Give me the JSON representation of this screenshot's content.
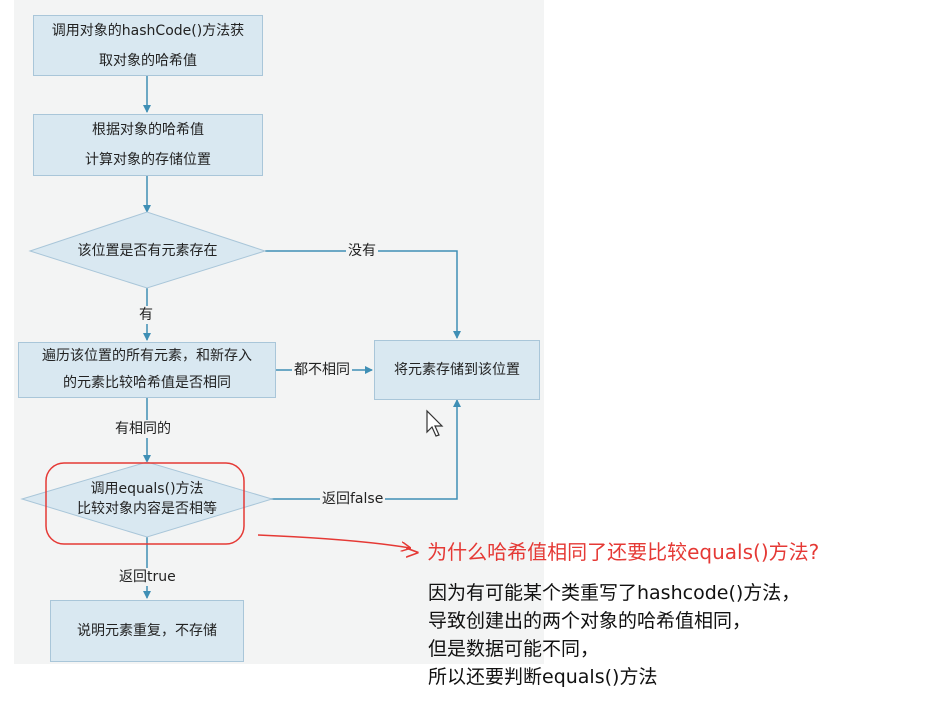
{
  "steps": {
    "get_hash": [
      "调用对象的hashCode()方法获",
      "取对象的哈希值"
    ],
    "calc_pos": [
      "根据对象的哈希值",
      "计算对象的存储位置"
    ],
    "exists_decision": "该位置是否有元素存在",
    "traverse": [
      "遍历该位置的所有元素，和新存入",
      "的元素比较哈希值是否相同"
    ],
    "store": "将元素存储到该位置",
    "equals_decision": [
      "调用equals()方法",
      "比较对象内容是否相等"
    ],
    "duplicate": "说明元素重复，不存储"
  },
  "edge_labels": {
    "no": "没有",
    "yes": "有",
    "all_different": "都不相同",
    "has_same": "有相同的",
    "return_false": "返回false",
    "return_true": "返回true"
  },
  "annotation": {
    "question": "> 为什么哈希值相同了还要比较equals()方法?",
    "answer": [
      "因为有可能某个类重写了hashcode()方法，",
      "导致创建出的两个对象的哈希值相同，",
      "但是数据可能不同，",
      "所以还要判断equals()方法"
    ]
  },
  "colors": {
    "box_fill": "#d9e8f1",
    "box_border": "#a9c6d9",
    "arrow": "#3f8fb5",
    "highlight": "#e53935"
  }
}
